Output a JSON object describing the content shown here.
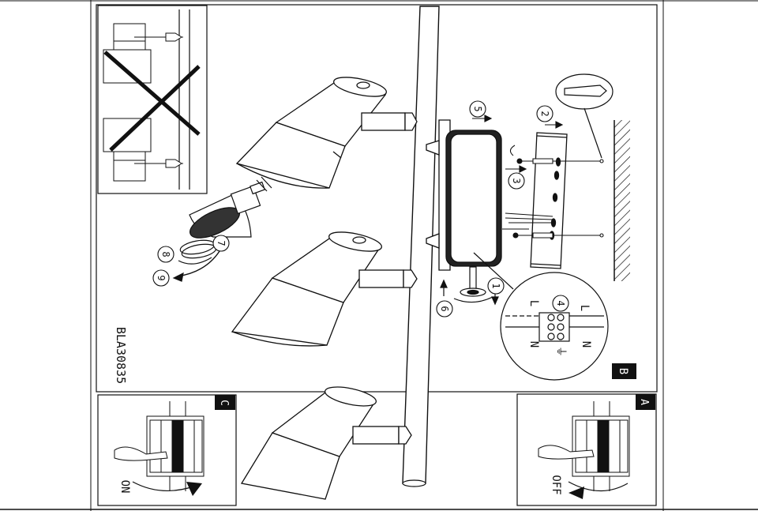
{
  "panels": {
    "main": {
      "label": "B"
    },
    "top_left": {
      "label": ""
    },
    "bottom_left": {
      "label": "C",
      "switch_text": "ON"
    },
    "bottom_right": {
      "label": "A",
      "switch_text": "OFF"
    }
  },
  "model_code": "BLA30835",
  "steps": [
    "1",
    "2",
    "3",
    "4",
    "5",
    "6",
    "7",
    "8",
    "9"
  ],
  "terminal_labels": {
    "left": "L",
    "right": "L",
    "n_left": "N",
    "n_right": "N",
    "earth": "⏚"
  },
  "colors": {
    "line": "#111111",
    "fill_dark": "#222222",
    "fill_light": "#ffffff",
    "hatch": "#111111"
  }
}
